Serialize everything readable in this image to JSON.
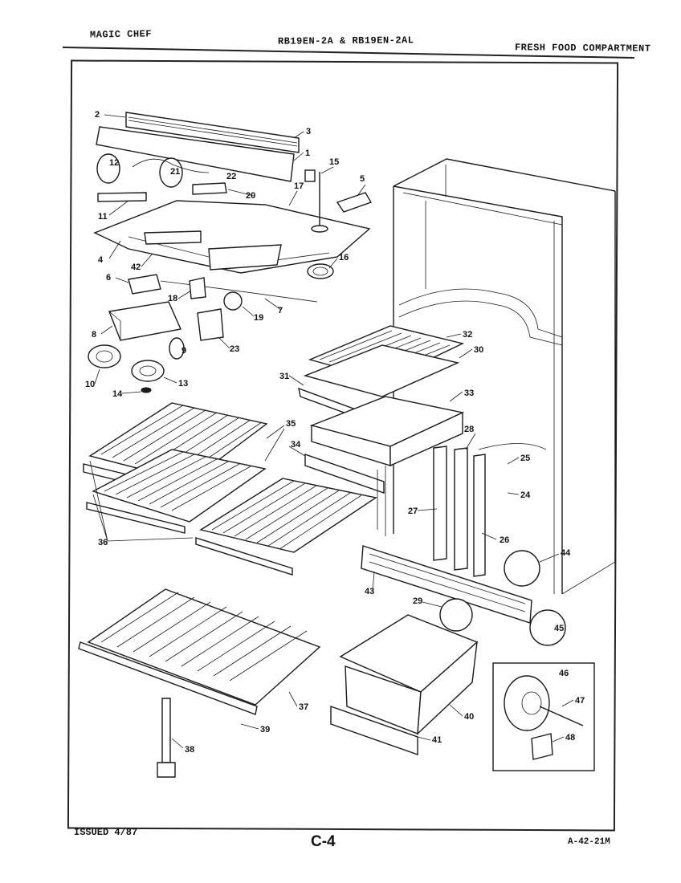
{
  "header": {
    "brand": "MAGIC CHEF",
    "model": "RB19EN-2A & RB19EN-2AL",
    "section": "FRESH FOOD COMPARTMENT"
  },
  "footer": {
    "issued": "ISSUED 4/87",
    "page": "C-4",
    "doc_number": "A-42-21M"
  },
  "part_numbers": [
    "1",
    "2",
    "3",
    "4",
    "5",
    "6",
    "7",
    "8",
    "9",
    "10",
    "11",
    "12",
    "13",
    "14",
    "15",
    "16",
    "17",
    "18",
    "19",
    "20",
    "21",
    "22",
    "23",
    "24",
    "25",
    "26",
    "27",
    "28",
    "29",
    "30",
    "31",
    "32",
    "33",
    "34",
    "35",
    "36",
    "37",
    "38",
    "39",
    "40",
    "41",
    "42",
    "43",
    "44",
    "45",
    "46",
    "47",
    "48"
  ]
}
